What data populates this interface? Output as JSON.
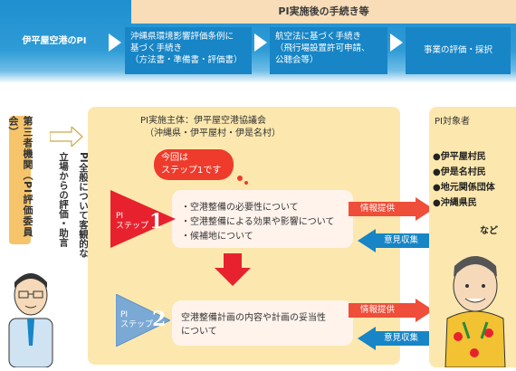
{
  "header": {
    "post_pi_label": "PI実施後の手続き等",
    "pi_title": "伊平屋空港のPI",
    "steps": [
      {
        "lines": [
          "沖縄県環境影響評価条例に",
          "基づく手続き",
          "（方法書・準備書・評価書）"
        ]
      },
      {
        "lines": [
          "航空法に基づく手続き",
          "（飛行場設置許可申請、",
          "公聴会等）"
        ]
      },
      {
        "lines": [
          "事業の評価・採択"
        ]
      }
    ]
  },
  "third_party": {
    "label": "第三者機関（PI評価委員会）",
    "description_line1": "PI全般について客観的な",
    "description_line2": "立場からの評価・助言"
  },
  "main": {
    "host_line1": "PI実施主体：伊平屋空港協議会",
    "host_line2": "（沖縄県・伊平屋村・伊是名村）",
    "bubble_line1": "今回は",
    "bubble_line2": "ステップ1です",
    "step1": {
      "label": "PI",
      "label2": "ステップ",
      "number": "1",
      "items": [
        "・空港整備の必要性について",
        "・空港整備による効果や影響について",
        "・候補地について"
      ]
    },
    "step2": {
      "label": "PI",
      "label2": "ステップ",
      "number": "2",
      "text_line1": "空港整備計画の内容や計画の妥当性",
      "text_line2": "について"
    },
    "info_provide": "情報提供",
    "opinion_collect": "意見収集"
  },
  "targets": {
    "title": "PI対象者",
    "members": [
      "●伊平屋村民",
      "●伊是名村民",
      "●地元関係団体",
      "●沖縄県民"
    ],
    "more": "など"
  },
  "colors": {
    "blue": "#1785c6",
    "red": "#ee3b2c",
    "cream": "#fce8ae",
    "orange": "#f5c46b"
  }
}
